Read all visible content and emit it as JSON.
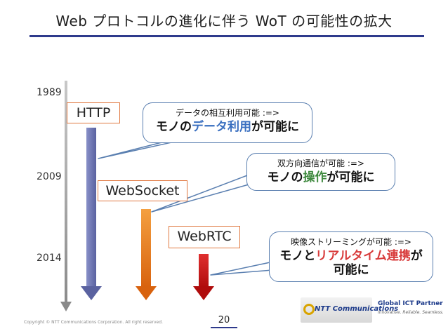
{
  "slide": {
    "title": "Web プロトコルの進化に伴う WoT の可能性の拡大",
    "years": [
      "1989",
      "2009",
      "2014"
    ],
    "protocols": {
      "http": "HTTP",
      "websocket": "WebSocket",
      "webrtc": "WebRTC"
    },
    "callouts": [
      {
        "line1": "データの相互利用可能 :=>",
        "pre": "モノの",
        "highlight": "データ利用",
        "post": "が可能に",
        "post2": ""
      },
      {
        "line1": "双方向通信が可能 :=>",
        "pre": "モノの",
        "highlight": "操作",
        "post": "が可能に",
        "post2": ""
      },
      {
        "line1": "映像ストリーミングが可能 :=>",
        "pre": "モノと",
        "highlight": "リアルタイム連携",
        "post": "が",
        "post2": "可能に"
      }
    ],
    "page_number": "20",
    "copyright": "Copyright © NTT Communications Corporation. All right reserved.",
    "logo": {
      "company": "NTT Communications",
      "tagline_title": "Global ICT Partner",
      "tagline_sub": "Innovative. Reliable. Seamless."
    },
    "colors": {
      "http_arrow": "#6b73b0",
      "websocket_arrow": "#e8761e",
      "webrtc_arrow": "#c81818",
      "title_rule": "#2e3a8c"
    }
  }
}
